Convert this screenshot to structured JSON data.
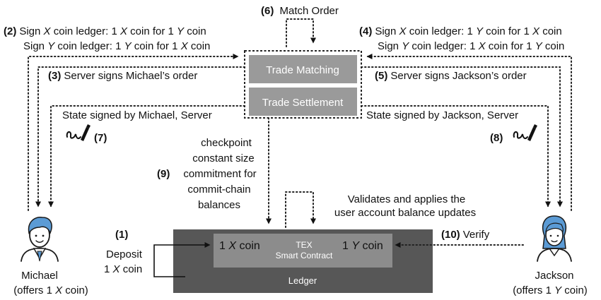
{
  "steps": {
    "s6": {
      "num": "(6)",
      "text": "Match Order"
    },
    "s2": {
      "num": "(2)",
      "l1a": "Sign ",
      "l1b": "X",
      "l1c": " coin ledger: 1 ",
      "l1d": "X",
      "l1e": " coin for 1 ",
      "l1f": "Y",
      "l1g": " coin",
      "l2a": "Sign ",
      "l2b": "Y",
      "l2c": " coin ledger: 1 ",
      "l2d": "Y",
      "l2e": " coin for 1 ",
      "l2f": "X",
      "l2g": " coin"
    },
    "s4": {
      "num": "(4)",
      "l1a": "Sign ",
      "l1b": "X",
      "l1c": " coin ledger: 1 ",
      "l1d": "Y",
      "l1e": " coin for 1 ",
      "l1f": "X",
      "l1g": " coin",
      "l2a": "Sign ",
      "l2b": "Y",
      "l2c": " coin ledger: 1 ",
      "l2d": "X",
      "l2e": " coin for 1 ",
      "l2f": "Y",
      "l2g": " coin"
    },
    "s3": {
      "num": "(3)",
      "text": "Server signs Michael’s order"
    },
    "s5": {
      "num": "(5)",
      "text": "Server signs Jackson’s order"
    },
    "state_michael": "State signed by Michael, Server",
    "state_jackson": "State signed by Jackson, Server",
    "s7": "(7)",
    "s8": "(8)",
    "s9": {
      "num": "(9)",
      "lines": [
        "checkpoint",
        "constant size",
        "commitment for",
        "commit-chain",
        "balances"
      ]
    },
    "validates": [
      "Validates and applies the",
      "user account balance updates"
    ],
    "s1": {
      "num": "(1)",
      "l1": "Deposit",
      "l2a": "1 ",
      "l2b": "X",
      "l2c": " coin"
    },
    "s10": {
      "num": "(10)",
      "text": "Verify"
    }
  },
  "server": {
    "matching": "Trade Matching",
    "settlement": "Trade Settlement"
  },
  "ledger": {
    "label": "Ledger",
    "contract_l1": "TEX",
    "contract_l2": "Smart Contract",
    "x_coin_a": "1 ",
    "x_coin_b": "X",
    "x_coin_c": " coin",
    "y_coin_a": "1 ",
    "y_coin_b": "Y",
    "y_coin_c": " coin"
  },
  "michael": {
    "name": "Michael",
    "offer_a": "(offers 1 ",
    "offer_b": "X",
    "offer_c": " coin)"
  },
  "jackson": {
    "name": "Jackson",
    "offer_a": "(offers 1 ",
    "offer_b": "Y",
    "offer_c": " coin)"
  },
  "icons": [
    "signature-pen-icon",
    "michael-avatar-icon",
    "jackson-avatar-icon"
  ],
  "colors": {
    "server_fill": "#9a9a9a",
    "ledger_fill": "#575757",
    "contract_fill": "#8c8c8c",
    "avatar_blue": "#5b9bd5"
  }
}
